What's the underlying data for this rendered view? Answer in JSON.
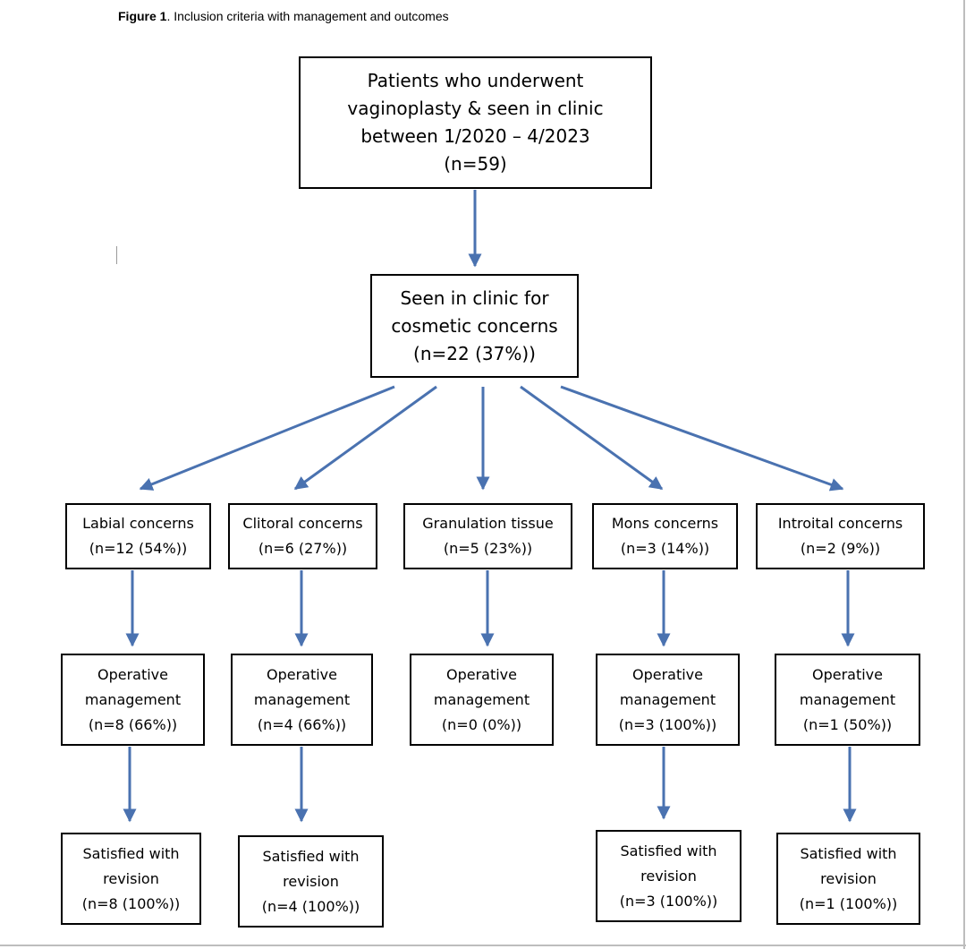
{
  "caption": {
    "label": "Figure 1",
    "text": ". Inclusion criteria with management and outcomes"
  },
  "colors": {
    "arrow": "#4a72b0",
    "box_border": "#000000",
    "text": "#000000"
  },
  "flowchart": {
    "root": {
      "lines": [
        "Patients who underwent",
        "vaginoplasty & seen in clinic",
        "between 1/2020 – 4/2023",
        "(n=59)"
      ]
    },
    "cosmetic": {
      "lines": [
        "Seen in clinic for",
        "cosmetic concerns",
        "(n=22 (37%))"
      ]
    },
    "branches": [
      {
        "concern": [
          "Labial concerns",
          "(n=12 (54%))"
        ],
        "operative": [
          "Operative",
          "management",
          "(n=8 (66%))"
        ],
        "satisfied": [
          "Satisfied with",
          "revision",
          "(n=8 (100%))"
        ]
      },
      {
        "concern": [
          "Clitoral concerns",
          "(n=6 (27%))"
        ],
        "operative": [
          "Operative",
          "management",
          "(n=4 (66%))"
        ],
        "satisfied": [
          "Satisfied with",
          "revision",
          "(n=4 (100%))"
        ]
      },
      {
        "concern": [
          "Granulation tissue",
          "(n=5 (23%))"
        ],
        "operative": [
          "Operative",
          "management",
          "(n=0 (0%))"
        ]
      },
      {
        "concern": [
          "Mons concerns",
          "(n=3 (14%))"
        ],
        "operative": [
          "Operative",
          "management",
          "(n=3 (100%))"
        ],
        "satisfied": [
          "Satisfied with",
          "revision",
          "(n=3 (100%))"
        ]
      },
      {
        "concern": [
          "Introital concerns",
          "(n=2 (9%))"
        ],
        "operative": [
          "Operative",
          "management",
          "(n=1 (50%))"
        ],
        "satisfied": [
          "Satisfied with",
          "revision",
          "(n=1 (100%))"
        ]
      }
    ]
  }
}
